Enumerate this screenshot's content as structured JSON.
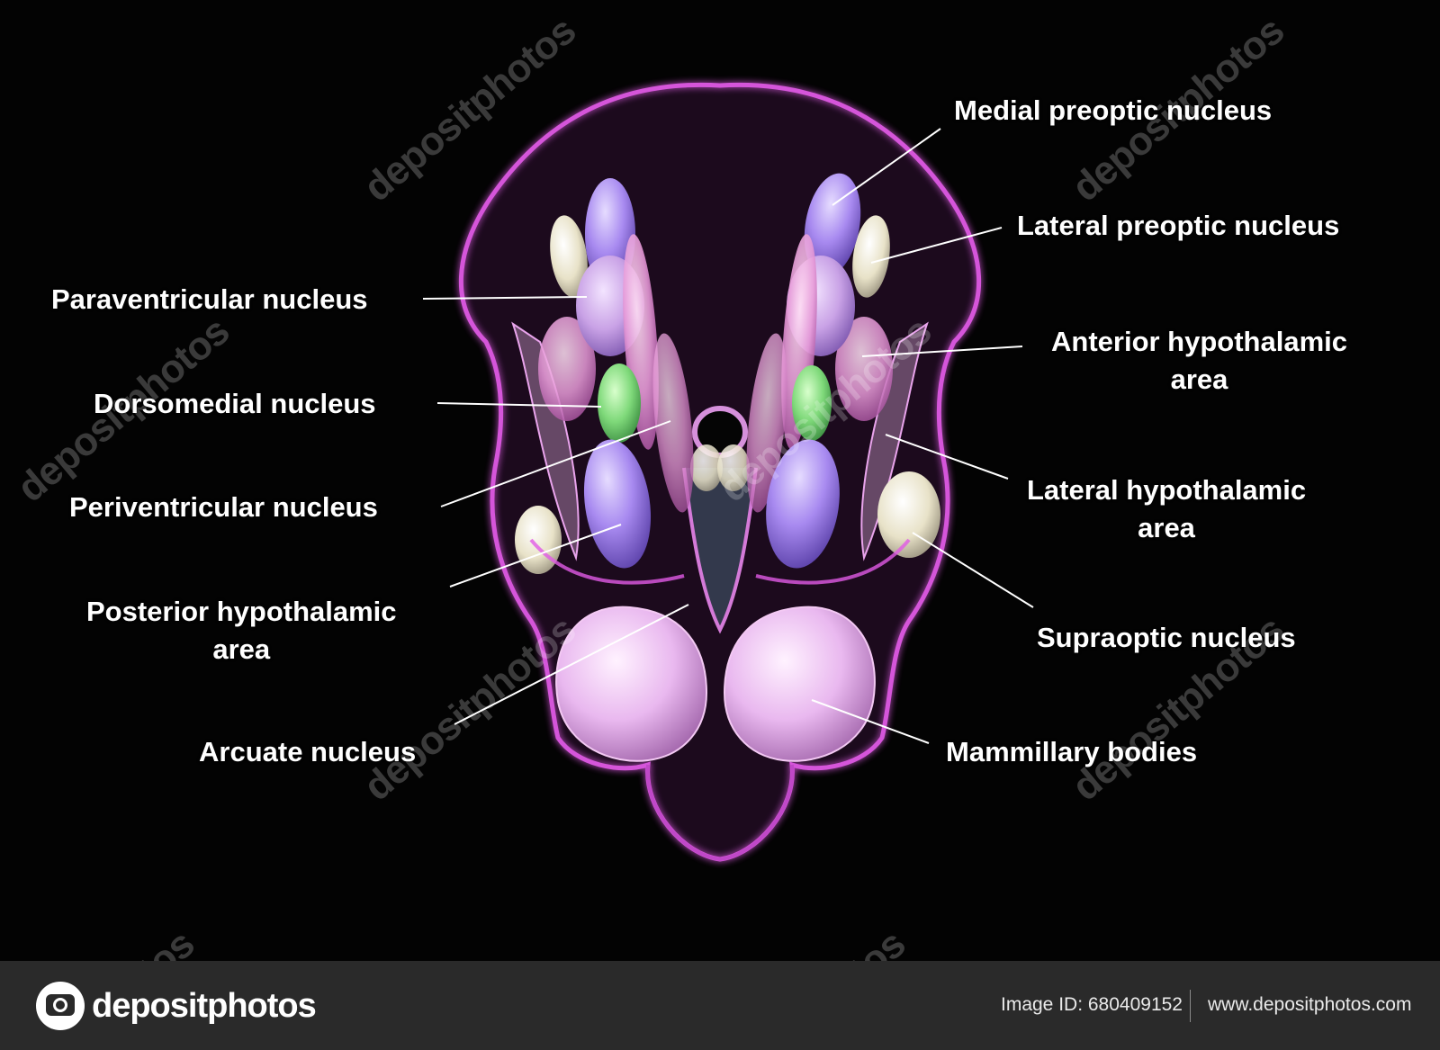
{
  "labels": {
    "medial_preoptic": "Medial preoptic nucleus",
    "lateral_preoptic": "Lateral preoptic nucleus",
    "paraventricular": "Paraventricular nucleus",
    "anterior_hypothalamic": "Anterior hypothalamic\narea",
    "dorsomedial": "Dorsomedial nucleus",
    "lateral_hypothalamic": "Lateral hypothalamic\narea",
    "periventricular": "Periventricular nucleus",
    "posterior_hypothalamic": "Posterior hypothalamic\narea",
    "supraoptic": "Supraoptic nucleus",
    "arcuate": "Arcuate nucleus",
    "mammillary": "Mammillary bodies"
  },
  "watermark": {
    "text": "depositphotos",
    "partial_text": "tos"
  },
  "footer": {
    "brand": "depositphotos",
    "image_id": "Image ID: 680409152",
    "url": "www.depositphotos.com"
  },
  "colors": {
    "background": "#030303",
    "outline": "#e15ae6",
    "nucleus_lavender": "#c9a2e6",
    "nucleus_violet": "#b08cf0",
    "nucleus_green": "#7fd97a",
    "nucleus_cream": "#e8e2c8",
    "mammillary": "#e9b8ef",
    "footer_bg": "#2a2a2a"
  }
}
